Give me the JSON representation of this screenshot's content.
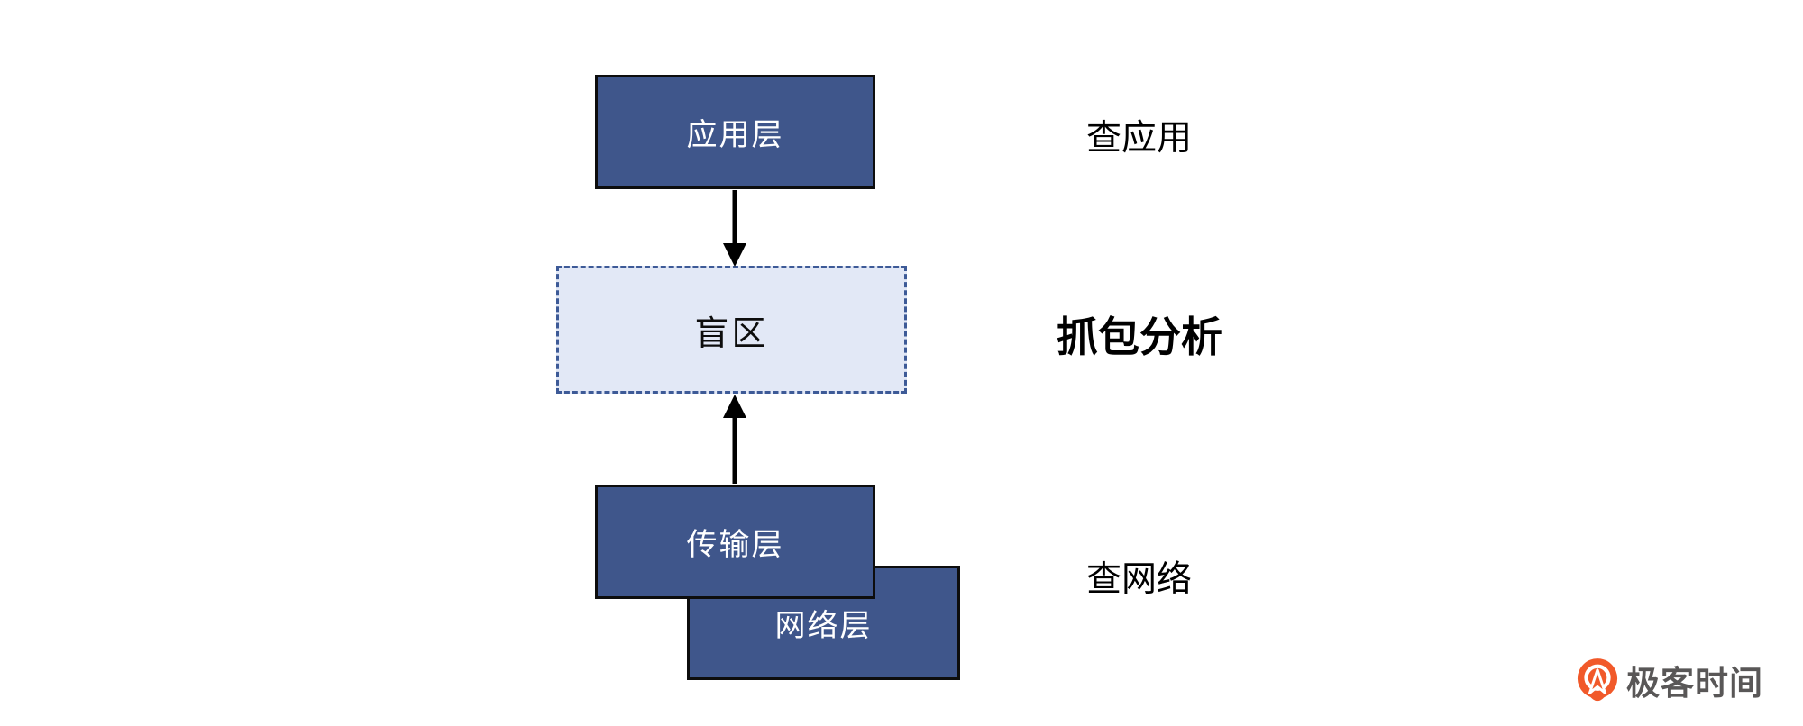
{
  "diagram": {
    "boxes": [
      {
        "id": "application-layer",
        "label": "应用层",
        "style": "solid"
      },
      {
        "id": "blind-zone",
        "label": "盲区",
        "style": "dashed"
      },
      {
        "id": "transport-layer",
        "label": "传输层",
        "style": "solid"
      },
      {
        "id": "network-layer",
        "label": "网络层",
        "style": "solid"
      }
    ],
    "arrows": [
      {
        "from": "application-layer",
        "to": "blind-zone",
        "direction": "down"
      },
      {
        "from": "transport-layer",
        "to": "blind-zone",
        "direction": "up"
      }
    ],
    "annotations": [
      {
        "id": "check-application",
        "label": "查应用",
        "emphasis": "normal"
      },
      {
        "id": "packet-capture",
        "label": "抓包分析",
        "emphasis": "bold"
      },
      {
        "id": "check-network",
        "label": "查网络",
        "emphasis": "normal"
      }
    ]
  },
  "footer": {
    "logo_text": "极客时间"
  },
  "colors": {
    "solid_fill": "#3F568B",
    "solid_border": "#0D0D0D",
    "blind_fill": "#E2E8F6",
    "blind_border": "#3D5A97",
    "arrow_color": "#000000",
    "label_color": "#000000",
    "logo_orange": "#F1592A",
    "logo_text": "#595757",
    "box_text": "#FFFFFF"
  }
}
